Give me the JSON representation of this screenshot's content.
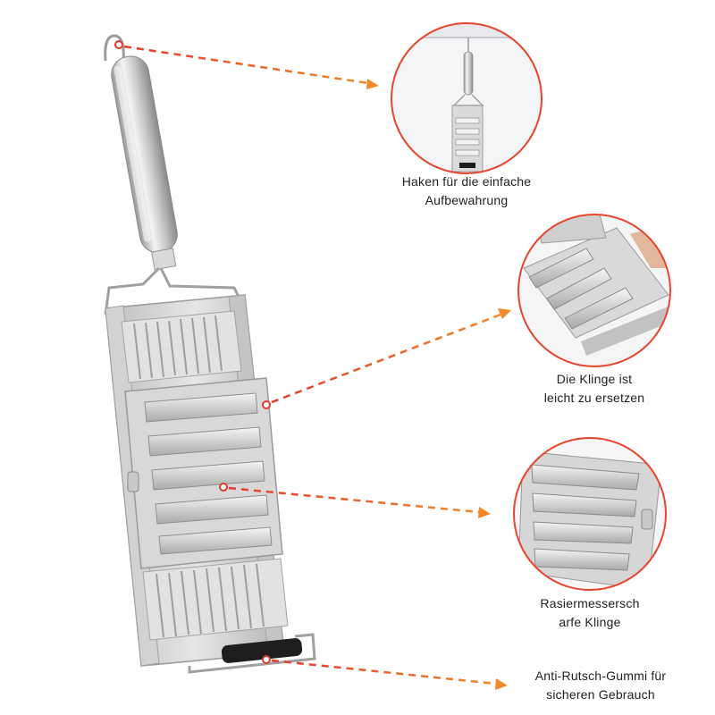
{
  "colors": {
    "accent": "#e8452e",
    "arrow_start": "#e23b2e",
    "arrow_end": "#f28a2a",
    "steel_light": "#eeeeee",
    "steel_mid": "#c9c9c9",
    "steel_dark": "#8d8d8d",
    "rubber": "#1e1e1e"
  },
  "product": {
    "icon": "vegetable-grater-slicer"
  },
  "callouts": [
    {
      "id": "hook",
      "lines": [
        "Haken für die einfache",
        "Aufbewahrung"
      ],
      "detail_icon": "hanging-hook-detail"
    },
    {
      "id": "blade",
      "lines": [
        "Die Klinge ist",
        "leicht zu ersetzen"
      ],
      "detail_icon": "replaceable-blade-detail"
    },
    {
      "id": "sharp",
      "lines": [
        "Rasiermessersch",
        "arfe Klinge"
      ],
      "detail_icon": "sharp-blade-detail"
    },
    {
      "id": "rubber",
      "lines": [
        "Anti-Rutsch-Gummi für",
        "sicheren Gebrauch"
      ],
      "detail_icon": "rubber-foot-detail"
    }
  ]
}
